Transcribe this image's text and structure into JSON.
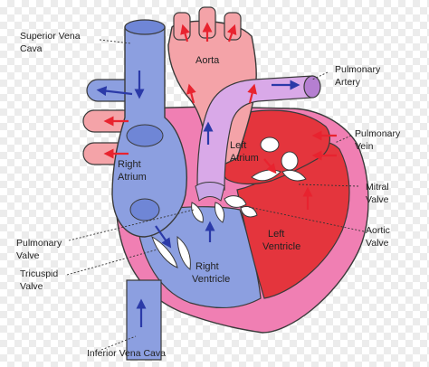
{
  "labels": {
    "superior_vena_cava": [
      "Superior Vena",
      "Cava"
    ],
    "aorta": [
      "Aorta"
    ],
    "pulmonary_artery": [
      "Pulmonary",
      "Artery"
    ],
    "pulmonary_vein": [
      "Pulmonary",
      "Vein"
    ],
    "right_atrium": [
      "Right",
      "Atrium"
    ],
    "left_atrium": [
      "Left",
      "Atrium"
    ],
    "mitral_valve": [
      "Mitral",
      "Valve"
    ],
    "aortic_valve": [
      "Aortic",
      "Valve"
    ],
    "left_ventricle": [
      "Left",
      "Ventricle"
    ],
    "pulmonary_valve": [
      "Pulmonary",
      "Valve"
    ],
    "tricuspid_valve": [
      "Tricuspid",
      "Valve"
    ],
    "right_ventricle": [
      "Right",
      "Ventricle"
    ],
    "inferior_vena_cava": [
      "Inferior Vena Cava"
    ]
  },
  "colors": {
    "deoxygenated": "#8c9fe0",
    "deoxygenated_dark": "#4a5fb8",
    "oxygenated": "#f4a3a8",
    "oxygenated_dark": "#e4353d",
    "heart_wall": "#f07fb3",
    "pulmonary_artery": "#d9a9e8",
    "arrow_blue": "#2b3aa8",
    "arrow_red": "#e8232f",
    "valve": "#ffffff",
    "outline": "#3a3a3a",
    "leader": "#333333"
  }
}
